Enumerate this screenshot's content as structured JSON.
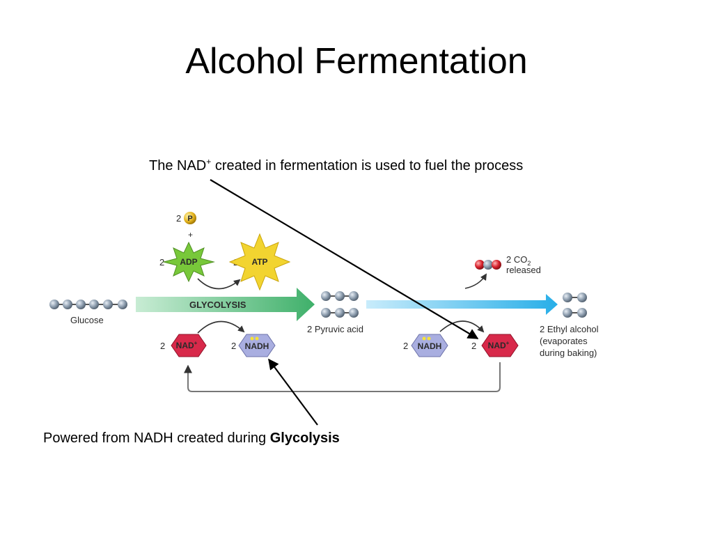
{
  "title": "Alcohol Fermentation",
  "caption_top": {
    "pre": "The NAD",
    "sup": "+",
    "post": " created in fermentation is used to fuel the process"
  },
  "caption_bottom": {
    "pre": "Powered from NADH created during ",
    "bold": "Glycolysis"
  },
  "diagram": {
    "phosphate_count": "2",
    "phosphate_symbol": "P",
    "plus": "+",
    "adp_count": "2",
    "adp": "ADP",
    "atp_count": "2",
    "atp": "ATP",
    "glucose": "Glucose",
    "glycolysis": "GLYCOLYSIS",
    "pyruvic": "2 Pyruvic acid",
    "nad_left_count": "2",
    "nad_left": "NAD",
    "nad_sup": "+",
    "nadh_left_count": "2",
    "nadh_left": "NADH",
    "co2_count": "2 CO",
    "co2_sub": "2",
    "released": "released",
    "nadh_right_count": "2",
    "nadh_right": "NADH",
    "nad_right_count": "2",
    "nad_right": "NAD",
    "ethyl_line1": "2 Ethyl alcohol",
    "ethyl_line2": "(evaporates",
    "ethyl_line3": "during baking)"
  },
  "colors": {
    "glycolysis_arrow": "#5cbf86",
    "fermentation_arrow": "#4cc0ef",
    "nad": "#d8294a",
    "nadh": "#a9aee0",
    "adp": "#78c83a",
    "atp": "#f2d430",
    "molecule": "#8f9fb0",
    "co2_red": "#d9232e"
  }
}
